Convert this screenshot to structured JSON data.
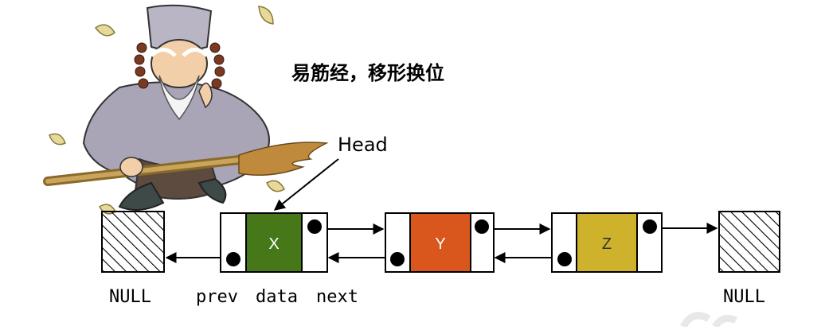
{
  "caption": "易筋经，移形换位",
  "head_label": "Head",
  "field_labels": {
    "prev": "prev",
    "data": "data",
    "next": "next"
  },
  "null_left": "NULL",
  "null_right": "NULL",
  "nodes": [
    {
      "value": "X",
      "color": "#46781a"
    },
    {
      "value": "Y",
      "color": "#d9561c"
    },
    {
      "value": "Z",
      "color": "#cfb22c"
    }
  ],
  "colors": {
    "stroke": "#000000",
    "hatch": "#000000"
  }
}
